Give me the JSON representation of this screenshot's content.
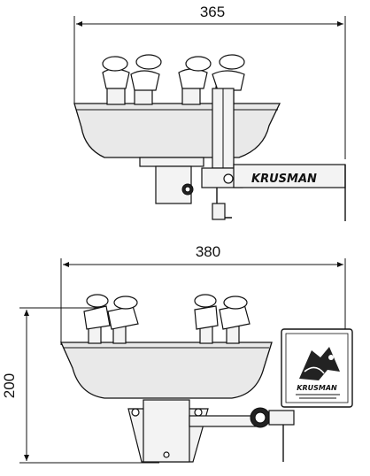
{
  "top_view": {
    "width_dimension": "365",
    "brand_label": "KRUSMAN"
  },
  "front_view": {
    "width_dimension": "380",
    "height_dimension": "200",
    "sign_brand": "KRUSMAN"
  },
  "colors": {
    "line": "#111111",
    "fill": "#e9e9e9",
    "background": "#ffffff"
  },
  "icons": {
    "eyewash_heads": "eyewash-head-icon",
    "safety_sign": "eyewash-safety-sign-icon"
  }
}
